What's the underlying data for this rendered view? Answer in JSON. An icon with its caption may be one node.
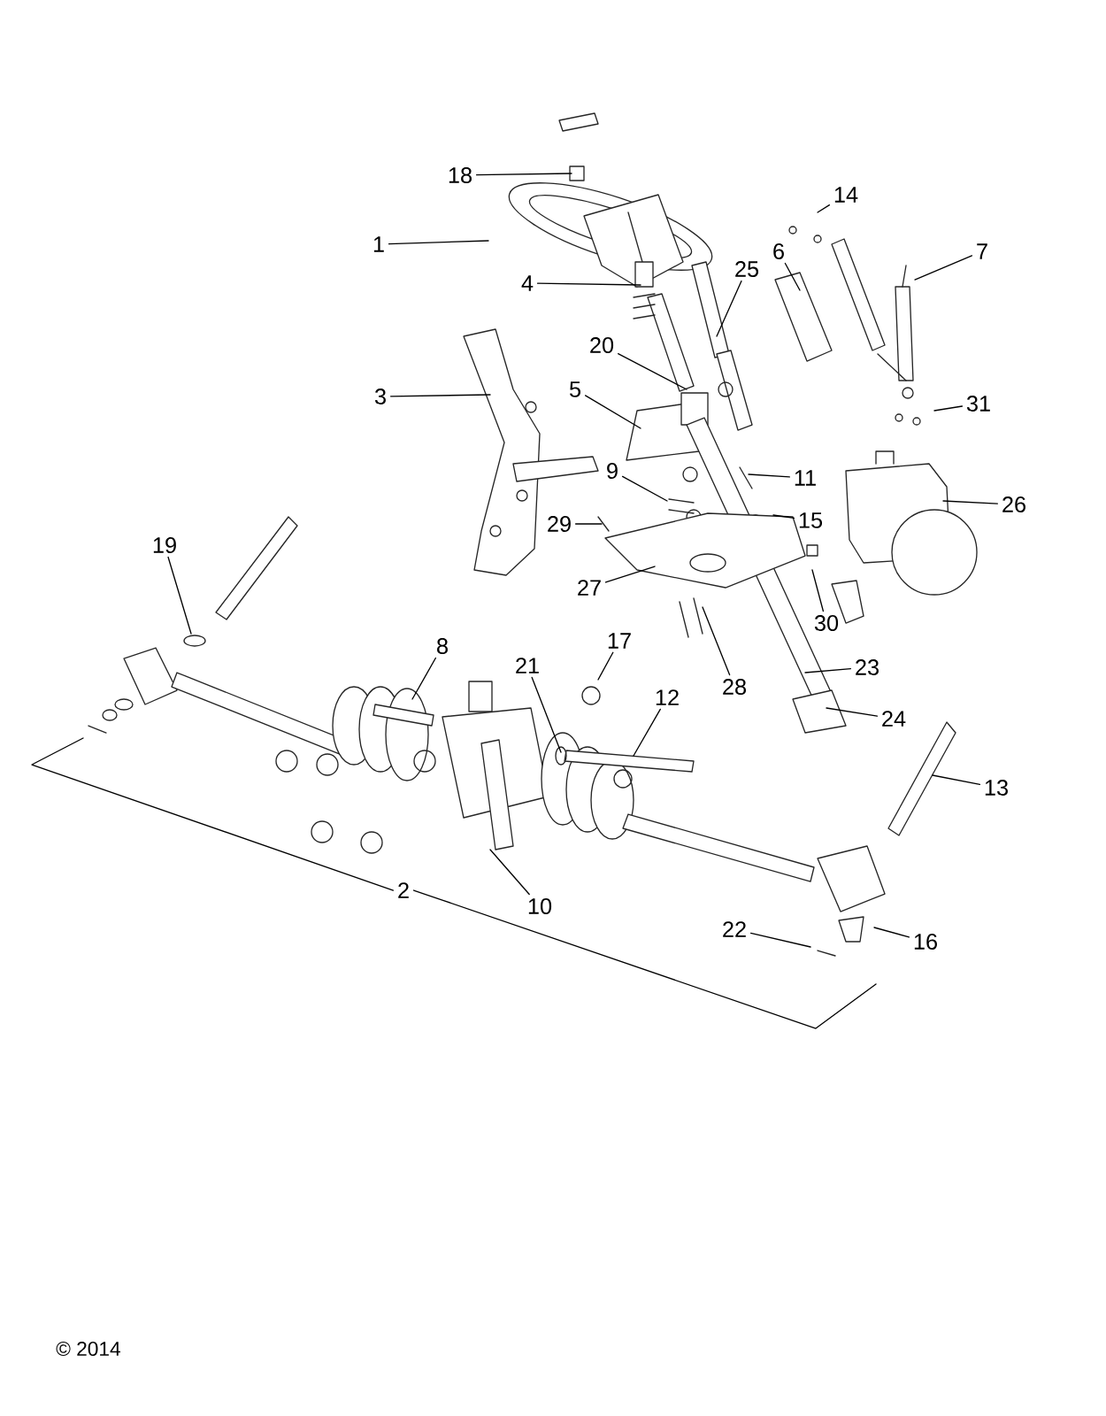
{
  "diagram": {
    "nodes": [
      {
        "text": [
          "18"
        ]
      },
      {
        "text": [
          "14"
        ]
      },
      {
        "text": [
          "1"
        ]
      },
      {
        "text": [
          "7"
        ]
      },
      {
        "text": [
          "25"
        ]
      },
      {
        "text": [
          "6"
        ]
      },
      {
        "text": [
          "4"
        ]
      },
      {
        "text": [
          "20"
        ]
      },
      {
        "text": [
          "5"
        ]
      },
      {
        "text": [
          "3"
        ]
      },
      {
        "text": [
          "31"
        ]
      },
      {
        "text": [
          "11"
        ]
      },
      {
        "text": [
          "9"
        ]
      },
      {
        "text": [
          "26"
        ]
      },
      {
        "text": [
          "15"
        ]
      },
      {
        "text": [
          "29"
        ]
      },
      {
        "text": [
          "27"
        ]
      },
      {
        "text": [
          "19"
        ]
      },
      {
        "text": [
          "30"
        ]
      },
      {
        "text": [
          "17"
        ]
      },
      {
        "text": [
          "8"
        ]
      },
      {
        "text": [
          "23"
        ]
      },
      {
        "text": [
          "21"
        ]
      },
      {
        "text": [
          "28"
        ]
      },
      {
        "text": [
          "12"
        ]
      },
      {
        "text": [
          "24"
        ]
      },
      {
        "text": [
          "13"
        ]
      },
      {
        "text": [
          "10"
        ]
      },
      {
        "text": [
          "2"
        ]
      },
      {
        "text": [
          "22"
        ]
      },
      {
        "text": [
          "16"
        ]
      }
    ],
    "edges": [
      {
        "from": 0,
        "to": null,
        "arrow": "none"
      },
      {
        "from": 1,
        "to": null,
        "arrow": "none"
      },
      {
        "from": 2,
        "to": null,
        "arrow": "none"
      },
      {
        "from": 3,
        "to": null,
        "arrow": "none"
      },
      {
        "from": 4,
        "to": null,
        "arrow": "none"
      },
      {
        "from": 5,
        "to": null,
        "arrow": "none"
      },
      {
        "from": 6,
        "to": null,
        "arrow": "none"
      },
      {
        "from": 7,
        "to": null,
        "arrow": "none"
      },
      {
        "from": 8,
        "to": null,
        "arrow": "none"
      },
      {
        "from": 9,
        "to": null,
        "arrow": "none"
      },
      {
        "from": 10,
        "to": null,
        "arrow": "none"
      },
      {
        "from": 11,
        "to": null,
        "arrow": "none"
      },
      {
        "from": 12,
        "to": null,
        "arrow": "none"
      },
      {
        "from": 13,
        "to": null,
        "arrow": "none"
      },
      {
        "from": 14,
        "to": null,
        "arrow": "none"
      },
      {
        "from": 15,
        "to": null,
        "arrow": "none"
      },
      {
        "from": 16,
        "to": null,
        "arrow": "none"
      },
      {
        "from": 17,
        "to": null,
        "arrow": "none"
      },
      {
        "from": 18,
        "to": null,
        "arrow": "none"
      },
      {
        "from": 19,
        "to": null,
        "arrow": "none"
      },
      {
        "from": 20,
        "to": null,
        "arrow": "none"
      },
      {
        "from": 21,
        "to": null,
        "arrow": "none"
      },
      {
        "from": 22,
        "to": null,
        "arrow": "none"
      },
      {
        "from": 23,
        "to": null,
        "arrow": "none"
      },
      {
        "from": 24,
        "to": null,
        "arrow": "none"
      },
      {
        "from": 25,
        "to": null,
        "arrow": "none"
      },
      {
        "from": 26,
        "to": null,
        "arrow": "none"
      },
      {
        "from": 27,
        "to": null,
        "arrow": "none"
      },
      {
        "from": 28,
        "to": null,
        "arrow": "none"
      },
      {
        "from": 29,
        "to": null,
        "arrow": "none"
      },
      {
        "from": 30,
        "to": null,
        "arrow": "none"
      }
    ],
    "labels": [
      "© 2014"
    ]
  }
}
